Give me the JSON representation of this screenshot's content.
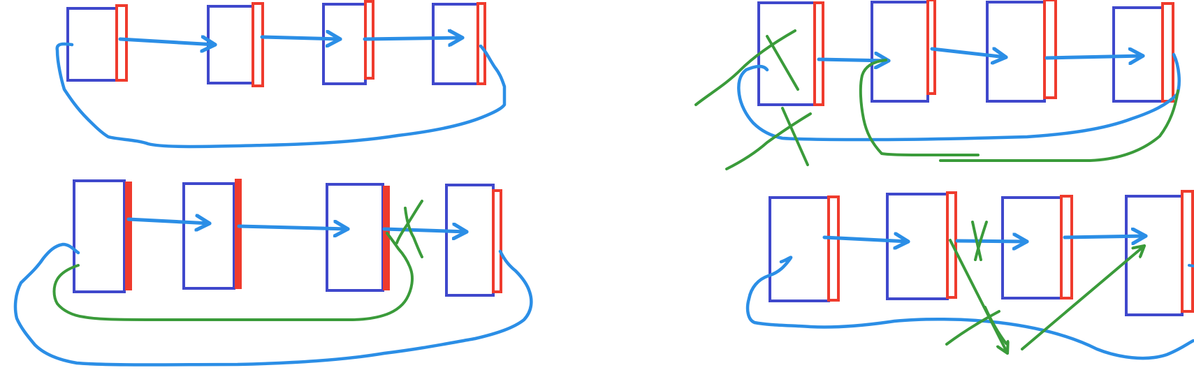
{
  "colors": {
    "background": "#ffffff",
    "node_border": "#3f48cc",
    "pointer_field": "#ef3b2d",
    "link_arrow": "#2b8ee6",
    "edit_stroke": "#3a9b3a"
  },
  "diagram": {
    "panels": [
      {
        "id": "top-left",
        "nodes": 4,
        "links": 3,
        "wrap_link": true,
        "edits": []
      },
      {
        "id": "top-right",
        "nodes": 4,
        "links": 3,
        "wrap_link": true,
        "edits": [
          "cross-out-first-node",
          "redirected-link"
        ]
      },
      {
        "id": "bottom-left",
        "nodes": 4,
        "links": 3,
        "wrap_link": true,
        "edits": [
          "cross-out-third-link",
          "new-link"
        ]
      },
      {
        "id": "bottom-right",
        "nodes": 4,
        "links": 3,
        "wrap_link": true,
        "edits": [
          "cross-out-second-link",
          "crossing-links"
        ]
      }
    ]
  }
}
